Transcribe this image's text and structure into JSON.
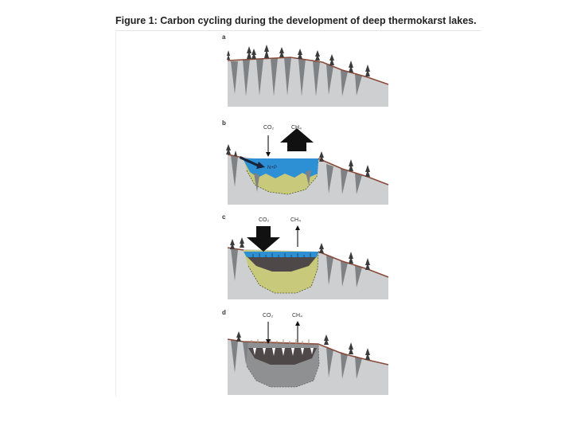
{
  "figure": {
    "title": "Figure 1: Carbon cycling during the development of deep thermokarst lakes."
  },
  "panels": [
    {
      "letter": "a",
      "gases": []
    },
    {
      "letter": "b",
      "gases": [
        "CO₂",
        "CH₄"
      ],
      "nutrient_label": "N+P"
    },
    {
      "letter": "c",
      "gases": [
        "CO₂",
        "CH₄"
      ]
    },
    {
      "letter": "d",
      "gases": [
        "CO₂",
        "CH₄"
      ]
    }
  ],
  "colors": {
    "ground": "#cdcfd0",
    "surface": "#8a4a3a",
    "ice_wedge": "#7f8284",
    "water": "#2d8fd4",
    "talik": "#c8c97a",
    "organic_sediment": "#4f4848",
    "refrozen_talik": "#8e9092",
    "arrow": "#111111"
  }
}
